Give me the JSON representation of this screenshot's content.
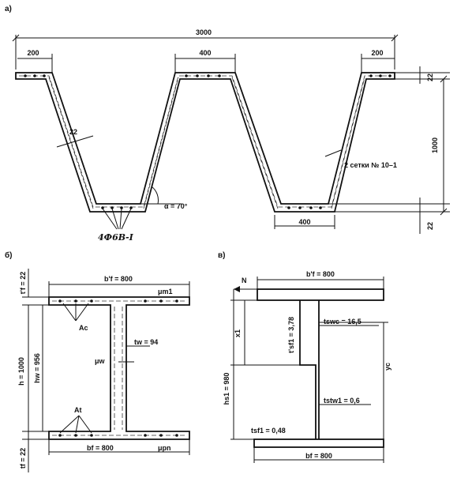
{
  "panel_a": {
    "label": "а)",
    "total_width": "3000",
    "top_flange_left": "200",
    "top_flange_mid": "400",
    "top_flange_right": "200",
    "flange_thickness_top": "22",
    "height": "1000",
    "web_thickness": "22",
    "mesh_label": "2 сетки № 10–1",
    "angle_label": "α = 70°",
    "bottom_flange": "400",
    "flange_thickness_bottom": "22",
    "rebar_label": "4Ф6В-I"
  },
  "panel_b": {
    "label": "б)",
    "tf_top": "t'f = 22",
    "bf_top": "b'f = 800",
    "mu_m1": "μm1",
    "a_c": "Ac",
    "h": "h = 1000",
    "hw": "hw = 956",
    "tw": "tw = 94",
    "mu_w": "μw",
    "a_t": "At",
    "tf_bottom": "tf = 22",
    "bf_bottom": "bf = 800",
    "mu_p": "μpn"
  },
  "panel_c": {
    "label": "в)",
    "force": "N",
    "bf_top": "b'f = 800",
    "x1": "x1",
    "tsf1_top": "t'sf1 = 3,78",
    "tswc": "tswc = 16,5",
    "hs1": "hs1 = 980",
    "yc": "yc",
    "tstw1": "tstw1 = 0,6",
    "tsf1_bottom": "tsf1 = 0,48",
    "bf_bottom": "bf = 800"
  }
}
